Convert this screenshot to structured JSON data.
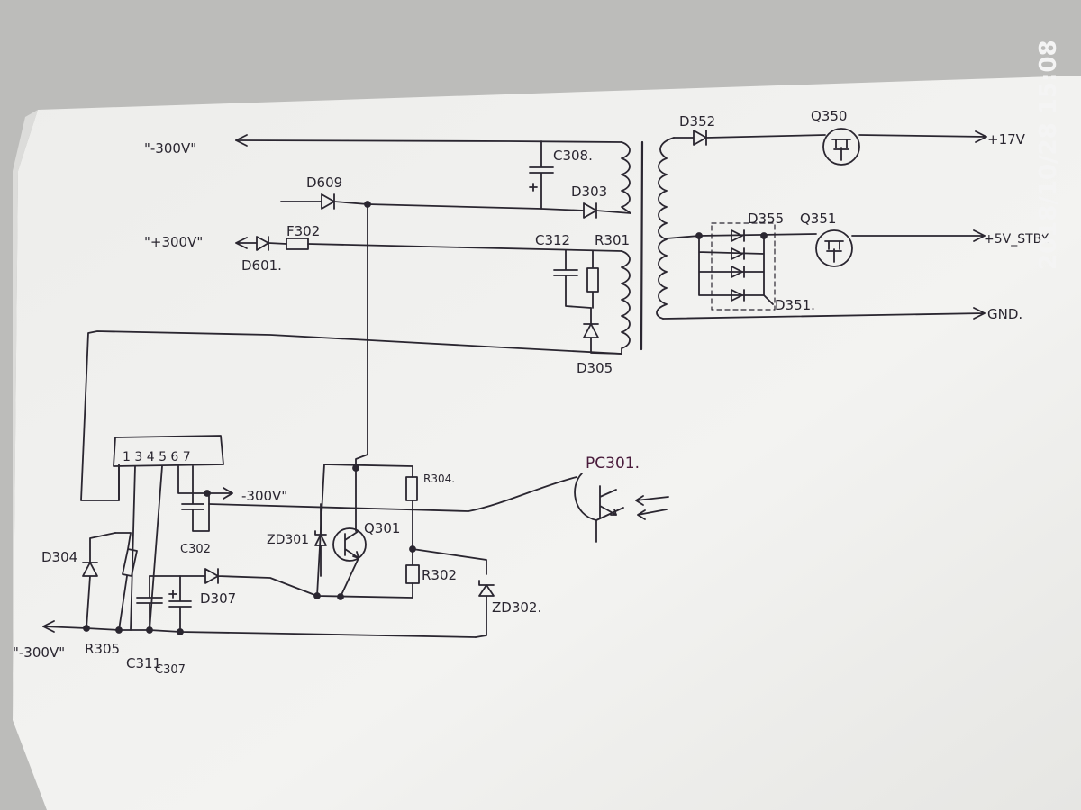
{
  "timestamp": "2018/10/28  15:08",
  "labels": {
    "neg300_top": "\"-300V\"",
    "c308": "C308.",
    "d609": "D609",
    "d303": "D303",
    "pos300": "\"+300V\"",
    "f302": "F302",
    "d601": "D601.",
    "c312": "C312",
    "r301": "R301",
    "d305": "D305",
    "d352": "D352",
    "q350": "Q350",
    "p17v": "+17V",
    "d355": "D355",
    "q351": "Q351",
    "p5vstby": "+5V_STBY.",
    "d351": "D351.",
    "gnd": "GND.",
    "pins": "1 3 4 5 6 7",
    "neg300_mid": "-300V\"",
    "r304": "R304.",
    "pc301": "PC301.",
    "zd301": "ZD301",
    "q301": "Q301",
    "c302": "C302",
    "d304": "D304",
    "r302": "R302",
    "d307": "D307",
    "zd302": "ZD302.",
    "neg300_bot": "\"-300V\"",
    "r305": "R305",
    "c311": "C311",
    "c307": "C307"
  },
  "colors": {
    "ink": "#2a2630",
    "pencil": "#4a1c3c",
    "paper": "#f1f1ef",
    "background": "#bdbdbb"
  }
}
